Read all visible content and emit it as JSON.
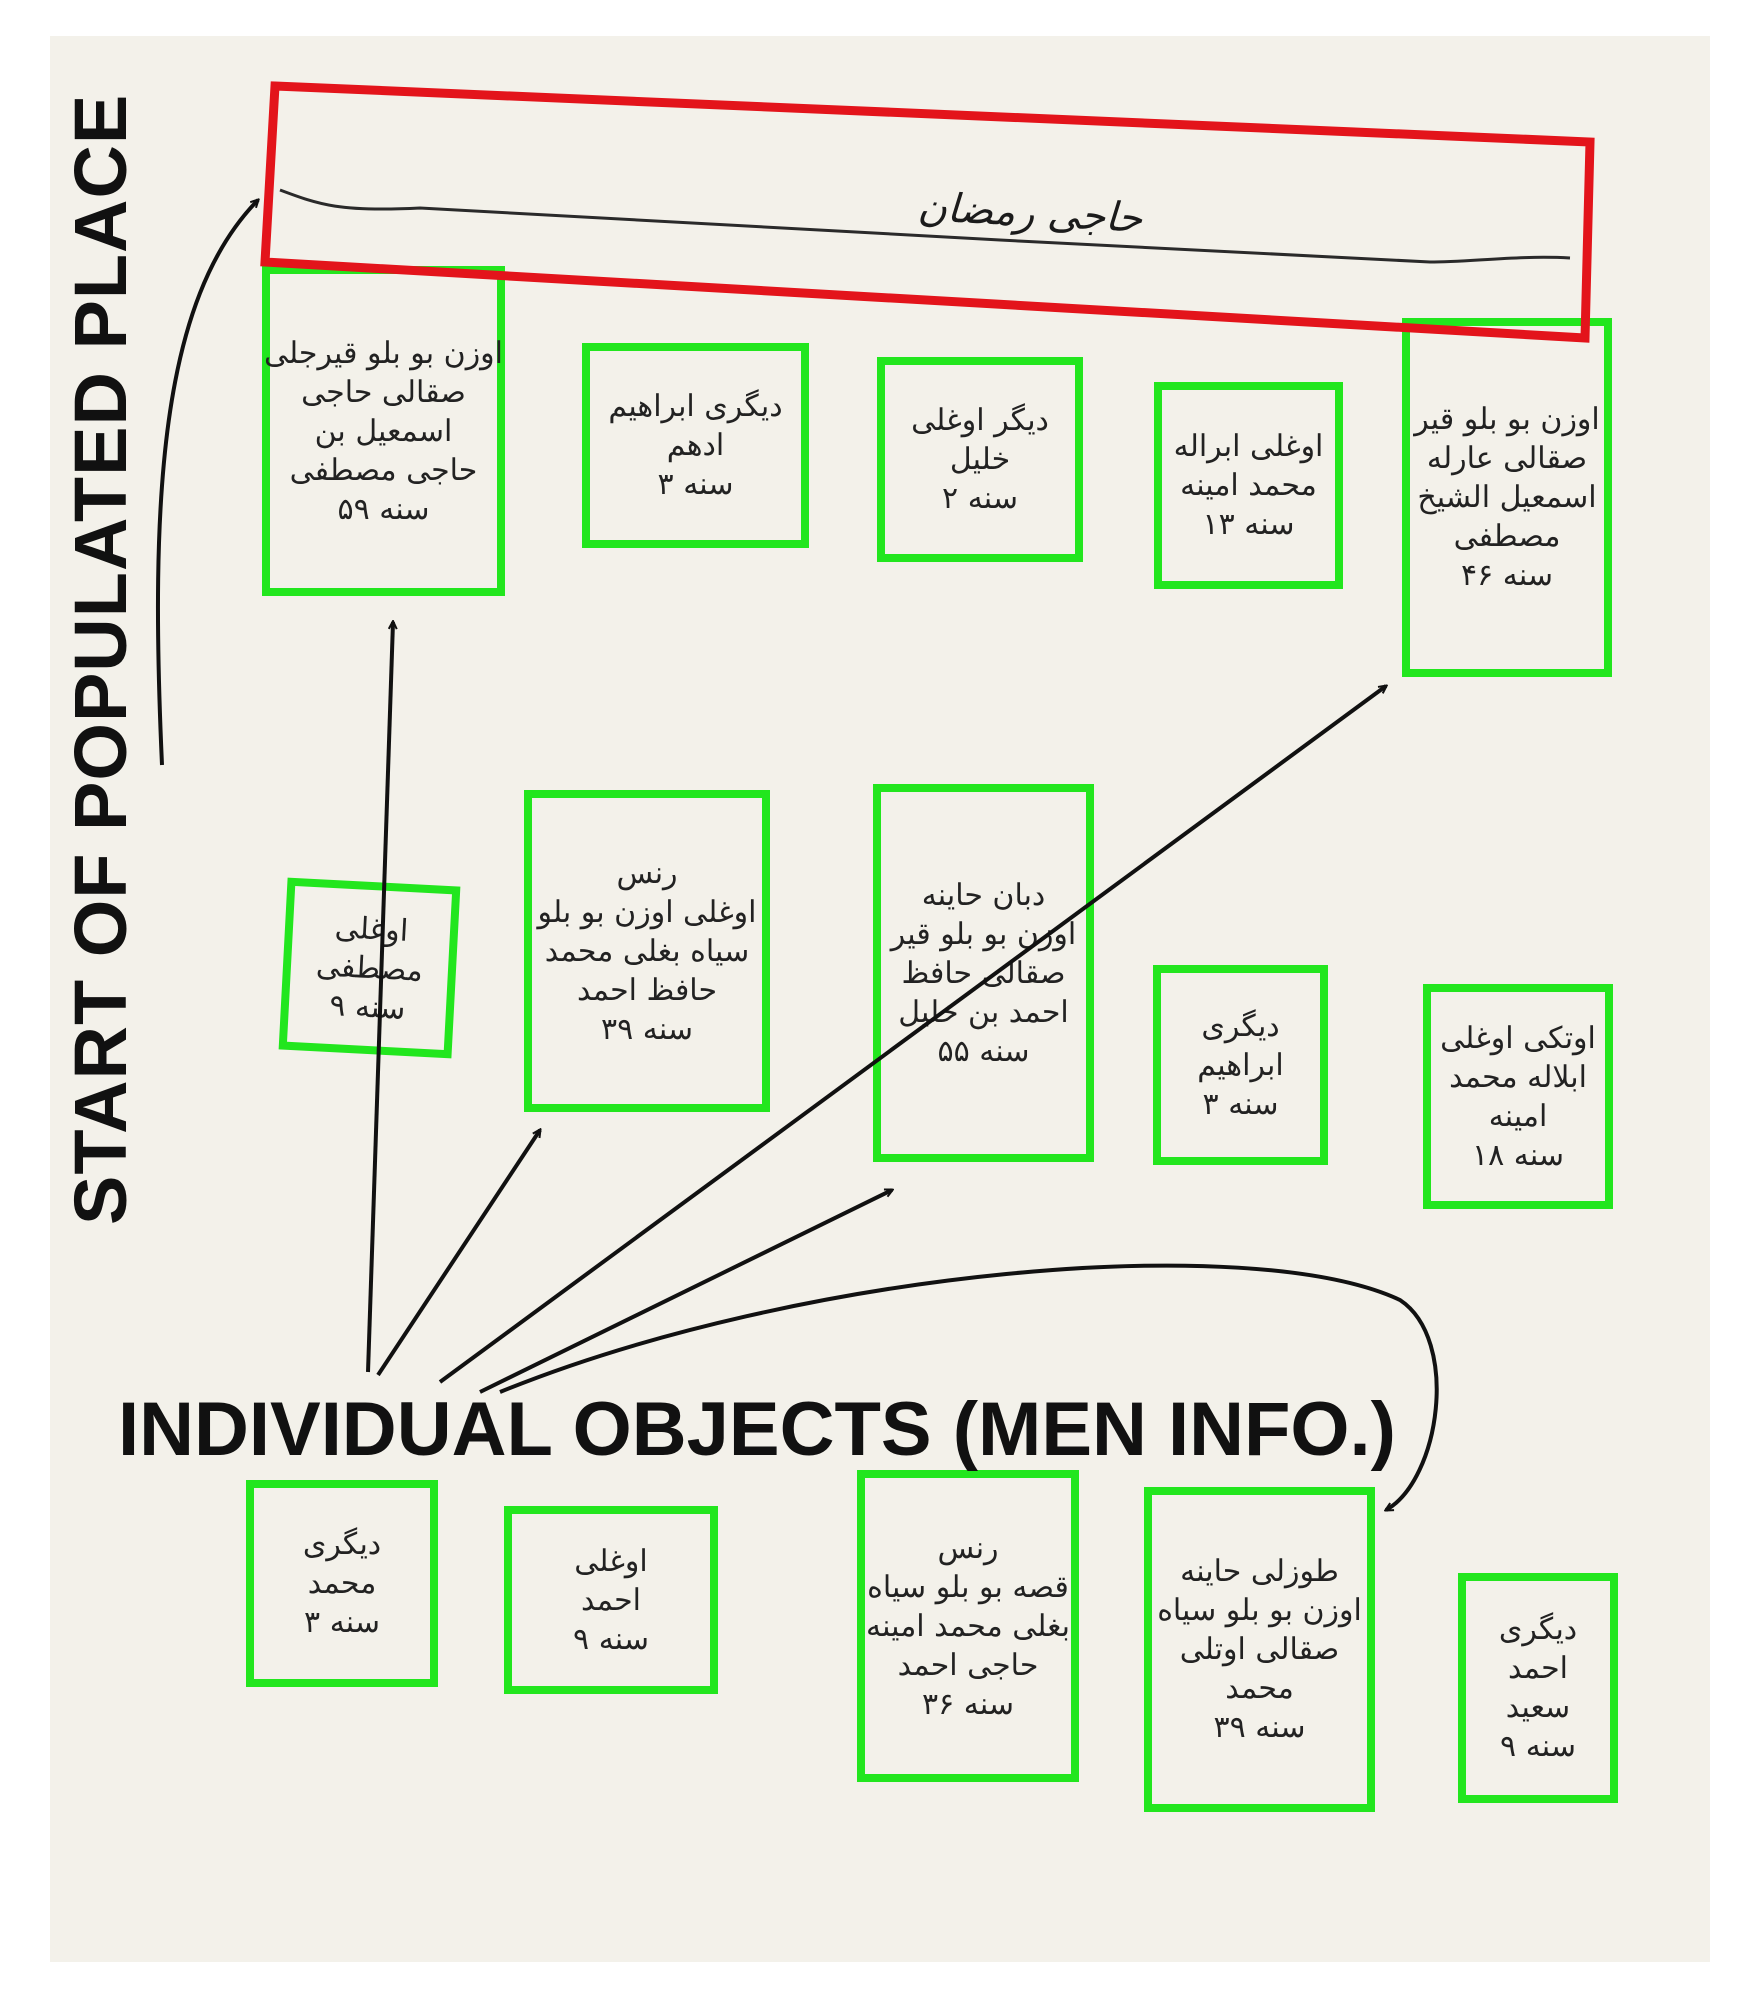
{
  "labels": {
    "start": "START OF POPULATED PLACE",
    "individual": "INDIVIDUAL OBJECTS (MEN INFO.)"
  },
  "header": {
    "text": "حاجی رمضان"
  },
  "colors": {
    "header_box": "#e3141b",
    "record_box": "#22e61e",
    "ink": "#1b1b1b",
    "paper": "#f3f1ea"
  },
  "records": [
    {
      "lines": [
        "اوزن بو بلو قیرجلی",
        "صقالی حاجی",
        "اسمعیل بن",
        "حاجی مصطفی",
        "سنه ۵۹"
      ]
    },
    {
      "lines": [
        "دیگری ابراهیم",
        "ادهم",
        "سنه ۳"
      ]
    },
    {
      "lines": [
        "دیگر اوغلی",
        "خلیل",
        "سنه ۲"
      ]
    },
    {
      "lines": [
        "اوغلی ابراله",
        "محمد امینه",
        "سنه ۱۳"
      ]
    },
    {
      "lines": [
        "اوزن بو بلو قیر",
        "صقالی عارله",
        "اسمعیل الشیخ",
        "مصطفی",
        "سنه ۴۶"
      ]
    },
    {
      "lines": [
        "اوغلی",
        "مصطفی",
        "سنه ۹"
      ]
    },
    {
      "lines": [
        "رنس",
        "اوغلی اوزن بو بلو",
        "سیاه بغلی محمد",
        "حافظ احمد",
        "سنه ۳۹"
      ]
    },
    {
      "lines": [
        "دبان حاینه",
        "اوزن بو بلو قیر",
        "صقالی حافظ",
        "احمد بن خلیل",
        "سنه ۵۵"
      ]
    },
    {
      "lines": [
        "دیگری",
        "ابراهیم",
        "سنه ۳"
      ]
    },
    {
      "lines": [
        "اوتکی اوغلی",
        "ابلاله محمد",
        "امینه",
        "سنه ۱۸"
      ]
    },
    {
      "lines": [
        "دیگری",
        "محمد",
        "سنه ۳"
      ]
    },
    {
      "lines": [
        "اوغلی",
        "احمد",
        "سنه ۹"
      ]
    },
    {
      "lines": [
        "رنس",
        "قصه بو بلو سیاه",
        "بغلی محمد امینه",
        "حاجی احمد",
        "سنه ۳۶"
      ]
    },
    {
      "lines": [
        "طوزلی حاینه",
        "اوزن بو بلو سیاه",
        "صقالی اوتلی",
        "محمد",
        "سنه ۳۹"
      ]
    },
    {
      "lines": [
        "دیگری",
        "احمد",
        "سعید",
        "سنه ۹"
      ]
    }
  ]
}
